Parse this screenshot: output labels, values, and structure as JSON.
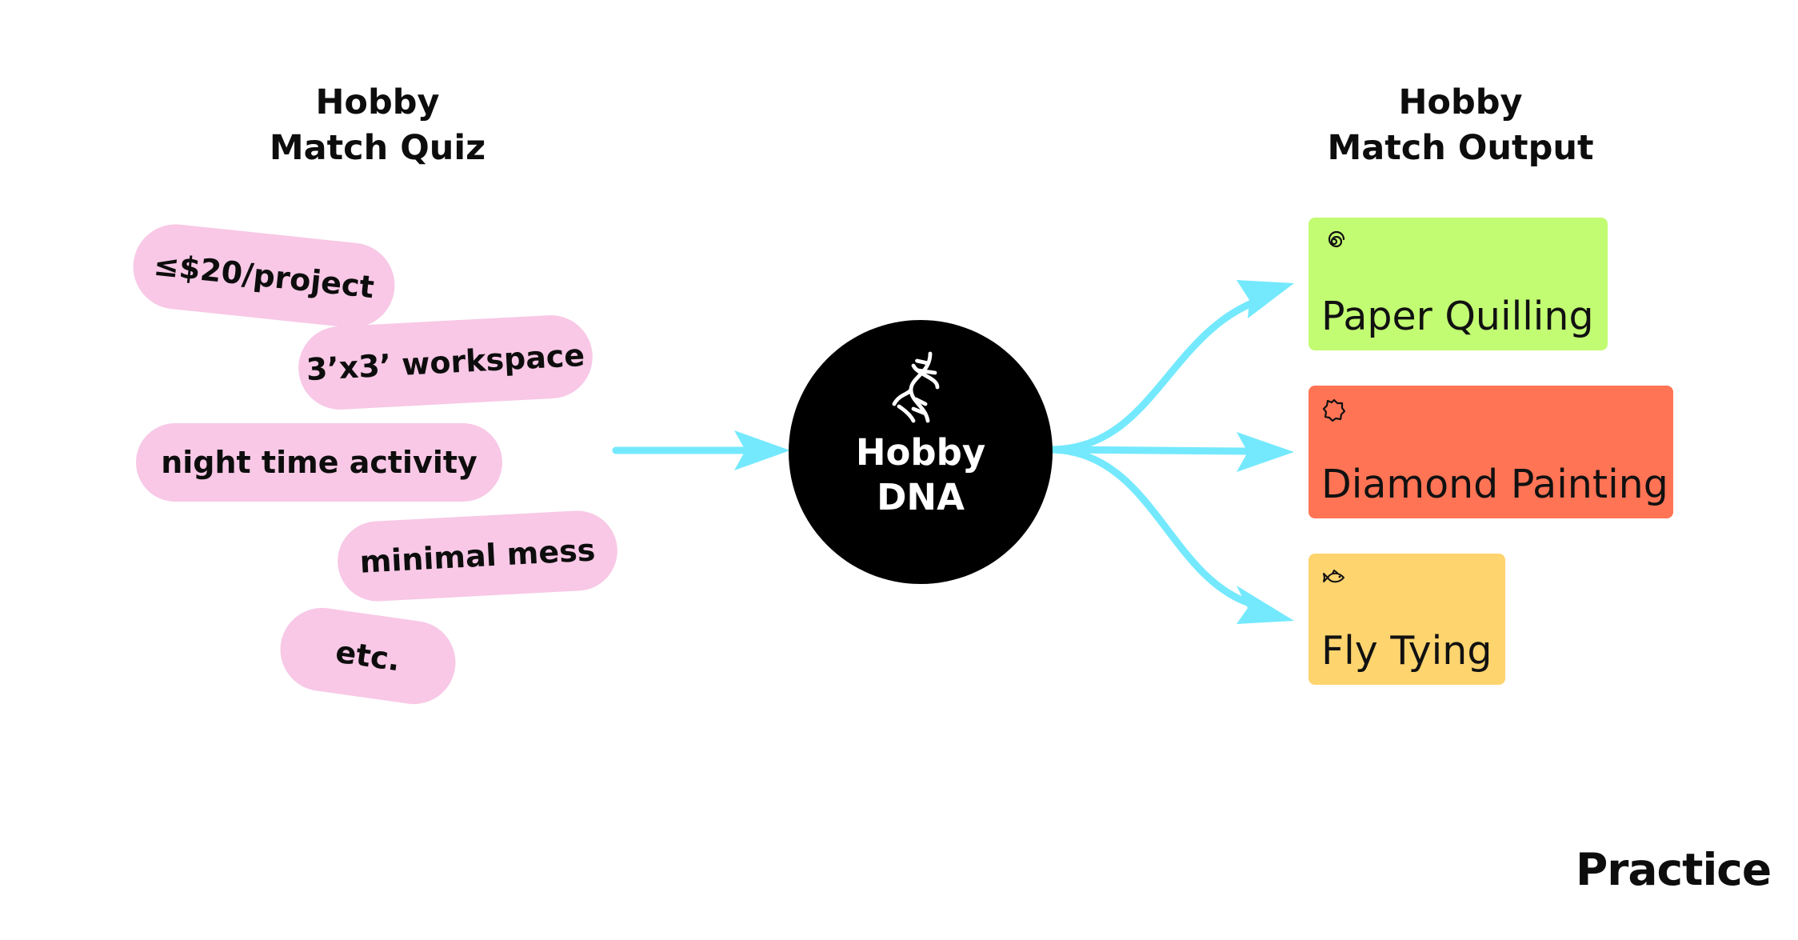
{
  "quiz": {
    "title_line1": "Hobby",
    "title_line2": "Match Quiz",
    "items": [
      "≤$20/project",
      "3’x3’ workspace",
      "night time activity",
      "minimal mess",
      "etc."
    ]
  },
  "hub": {
    "icon": "dna-icon",
    "label_line1": "Hobby",
    "label_line2": "DNA"
  },
  "output": {
    "title_line1": "Hobby",
    "title_line2": "Match Output",
    "cards": [
      {
        "label": "Paper Quilling",
        "icon": "spiral-icon",
        "color": "#c2fc72"
      },
      {
        "label": "Diamond Painting",
        "icon": "gem-icon",
        "color": "#ff7455"
      },
      {
        "label": "Fly Tying",
        "icon": "fish-icon",
        "color": "#fed46f"
      }
    ]
  },
  "brand": "Practice",
  "colors": {
    "arrow": "#74e9fd",
    "pill": "#f8c8e6",
    "hub": "#000000"
  }
}
